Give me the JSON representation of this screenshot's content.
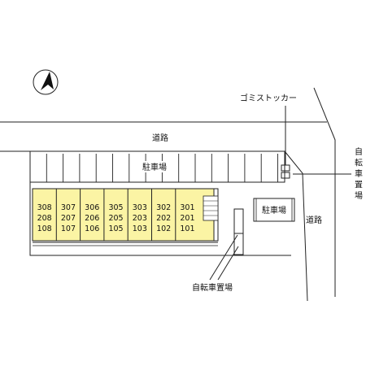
{
  "labels": {
    "north_road": "道路",
    "east_road": "道路",
    "parking_top": "駐車場",
    "parking_right": "駐車場",
    "garbage": "ゴミストッカー",
    "bicycle_right_vertical": [
      "自",
      "転",
      "車",
      "置",
      "場"
    ],
    "bicycle_bottom": "自転車置場"
  },
  "units": [
    {
      "top": "308",
      "mid": "208",
      "bot": "108"
    },
    {
      "top": "307",
      "mid": "207",
      "bot": "107"
    },
    {
      "top": "306",
      "mid": "206",
      "bot": "106"
    },
    {
      "top": "305",
      "mid": "205",
      "bot": "105"
    },
    {
      "top": "303",
      "mid": "203",
      "bot": "103"
    },
    {
      "top": "302",
      "mid": "202",
      "bot": "102"
    },
    {
      "top": "301",
      "mid": "201",
      "bot": "101"
    }
  ],
  "colors": {
    "building_fill": "#fbf4a4",
    "line": "#222222"
  },
  "icons": {
    "compass": "north-arrow-icon"
  }
}
